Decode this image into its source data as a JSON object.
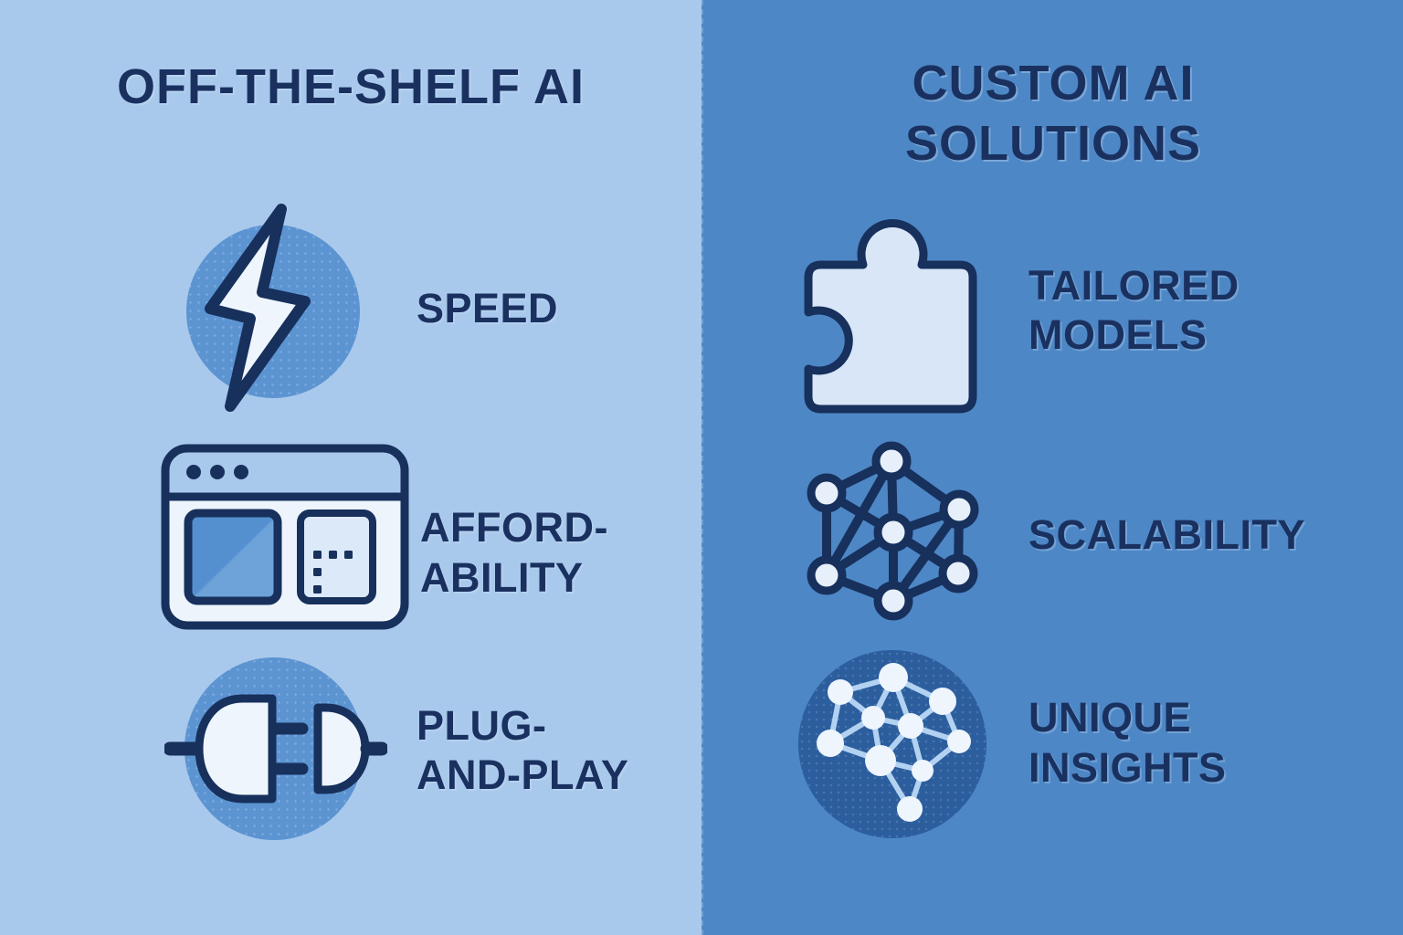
{
  "colors": {
    "left_background": "#a9c9ec",
    "right_background": "#4d87c6",
    "navy_text": "#1a3160",
    "icon_stroke_navy": "#17305c",
    "accent_circle_blue": "#5c94d2",
    "icon_fill_light": "#eef5fd",
    "puzzle_fill": "#d9e6f7",
    "window_body_fill": "#edf4fb",
    "window_square_blue": "#5490d0",
    "brain_circle_blue": "#2c5e9e",
    "brain_edge_light_blue": "#b3d2f2"
  },
  "left": {
    "title": "OFF-THE-SHELF AI",
    "items": [
      {
        "icon": "lightning-bolt-icon",
        "lines": [
          "SPEED"
        ]
      },
      {
        "icon": "browser-window-icon",
        "lines": [
          "AFFORD-",
          "ABILITY"
        ]
      },
      {
        "icon": "plug-icon",
        "lines": [
          "PLUG-",
          "AND-PLAY"
        ]
      }
    ]
  },
  "right": {
    "title_lines": [
      "CUSTOM AI",
      "SOLUTIONS"
    ],
    "items": [
      {
        "icon": "puzzle-piece-icon",
        "lines": [
          "TAILORED",
          "MODELS"
        ]
      },
      {
        "icon": "network-graph-icon",
        "lines": [
          "SCALABILITY"
        ]
      },
      {
        "icon": "brain-network-icon",
        "lines": [
          "UNIQUE",
          "INSIGHTS"
        ]
      }
    ]
  }
}
